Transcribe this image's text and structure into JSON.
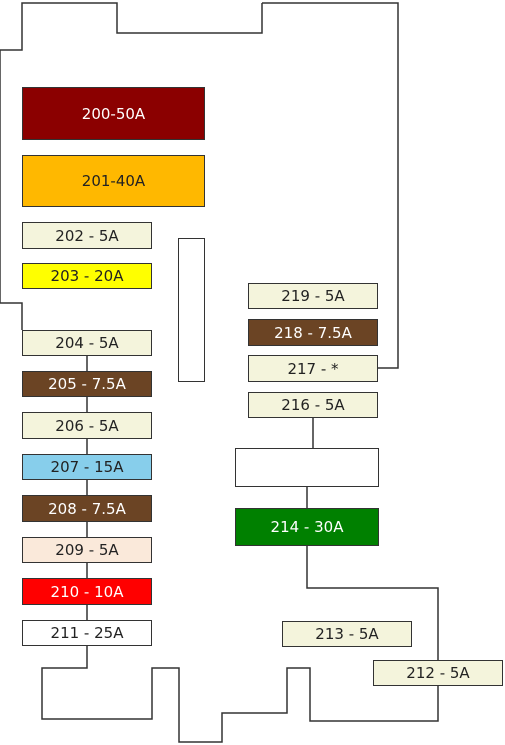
{
  "colors": {
    "outline": "#333333",
    "cream": "#f4f4dc",
    "dark_red": "#8b0000",
    "amber": "#ffb800",
    "yellow": "#ffff00",
    "brown": "#6b4424",
    "light_blue": "#87ceeb",
    "peach": "#fae9da",
    "red": "#ff0000",
    "green": "#008000",
    "white": "#ffffff"
  },
  "fuses": {
    "f200": {
      "label": "200-50A",
      "color": "dark_red"
    },
    "f201": {
      "label": "201-40A",
      "color": "amber"
    },
    "f202": {
      "label": "202 - 5A",
      "color": "cream"
    },
    "f203": {
      "label": "203 - 20A",
      "color": "yellow"
    },
    "f204": {
      "label": "204 - 5A",
      "color": "cream"
    },
    "f205": {
      "label": "205 - 7.5A",
      "color": "brown"
    },
    "f206": {
      "label": "206 - 5A",
      "color": "cream"
    },
    "f207": {
      "label": "207 - 15A",
      "color": "light_blue"
    },
    "f208": {
      "label": "208 - 7.5A",
      "color": "brown"
    },
    "f209": {
      "label": "209 - 5A",
      "color": "peach"
    },
    "f210": {
      "label": "210 - 10A",
      "color": "red"
    },
    "f211": {
      "label": "211 - 25A",
      "color": "white"
    },
    "f212": {
      "label": "212 - 5A",
      "color": "cream"
    },
    "f213": {
      "label": "213 - 5A",
      "color": "cream"
    },
    "f214": {
      "label": "214 - 30A",
      "color": "green"
    },
    "f216": {
      "label": "216 - 5A",
      "color": "cream"
    },
    "f217": {
      "label": "217 - *",
      "color": "cream"
    },
    "f218": {
      "label": "218 - 7.5A",
      "color": "brown"
    },
    "f219": {
      "label": "219 - 5A",
      "color": "cream"
    }
  }
}
